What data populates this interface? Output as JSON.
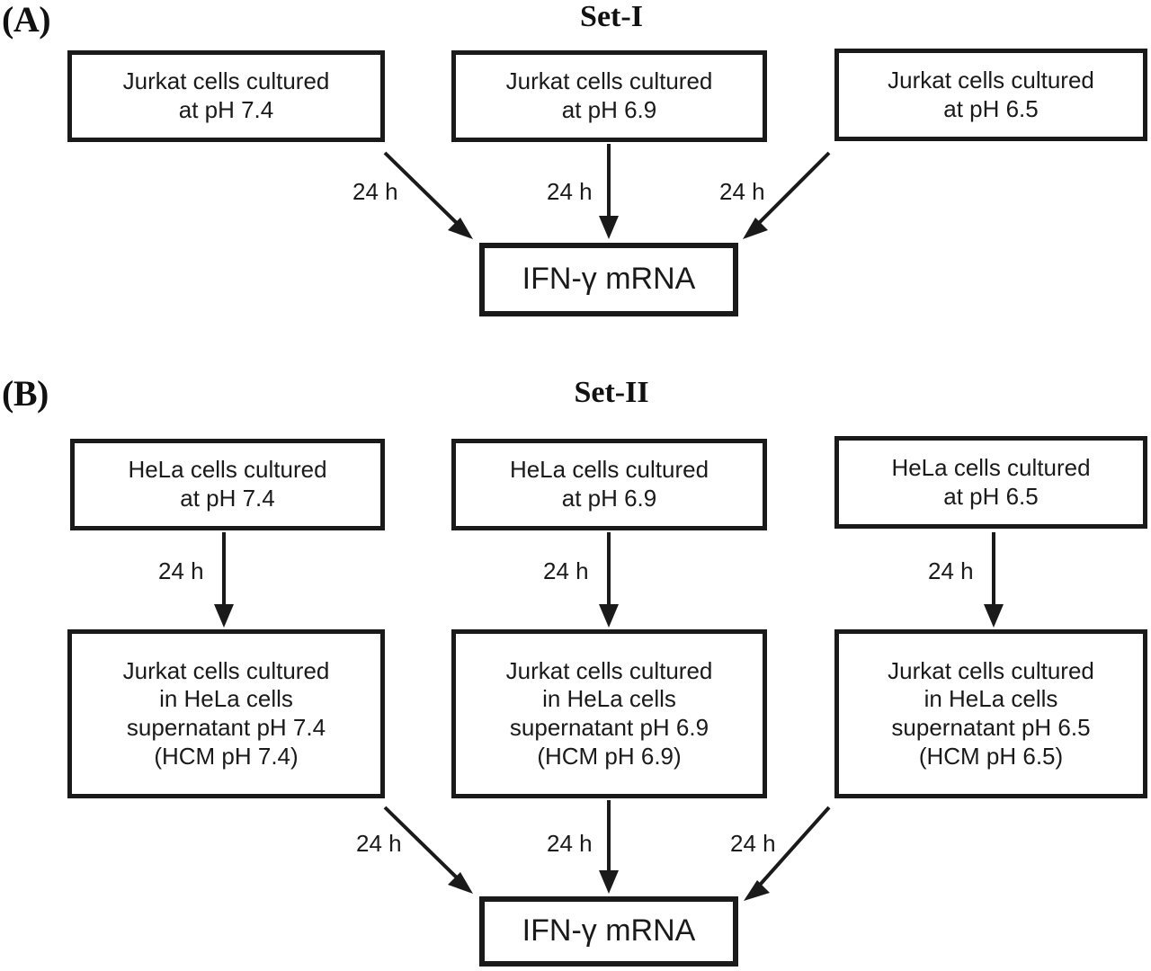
{
  "figure": {
    "panels": [
      {
        "id": "A",
        "label": "(A)",
        "title": "Set-I",
        "source_row": [
          {
            "text": "Jurkat cells cultured\nat pH 7.4"
          },
          {
            "text": "Jurkat cells cultured\nat pH 6.9"
          },
          {
            "text": "Jurkat  cells cultured\nat pH 6.5"
          }
        ],
        "edge_labels": [
          "24 h",
          "24 h",
          "24 h"
        ],
        "outcome": {
          "text": "IFN-γ mRNA"
        }
      },
      {
        "id": "B",
        "label": "(B)",
        "title": "Set-II",
        "source_row": [
          {
            "text": "HeLa  cells cultured\nat pH 7.4"
          },
          {
            "text": "HeLa cells cultured\nat pH 6.9"
          },
          {
            "text": "HeLa cells cultured\nat  pH 6.5"
          }
        ],
        "first_edge_labels": [
          "24 h",
          "24 h",
          "24 h"
        ],
        "middle_row": [
          {
            "text": "Jurkat  cells cultured\nin HeLa cells\nsupernatant pH 7.4\n(HCM pH 7.4)"
          },
          {
            "text": "Jurkat cells cultured\nin HeLa cells\nsupernatant pH 6.9\n(HCM pH 6.9)"
          },
          {
            "text": "Jurkat cells cultured\nin HeLa cells\nsupernatant pH 6.5\n(HCM pH 6.5)"
          }
        ],
        "second_edge_labels": [
          "24 h",
          "24 h",
          "24 h"
        ],
        "outcome": {
          "text": "IFN-γ mRNA"
        }
      }
    ]
  },
  "style": {
    "ink": "#1a1a1a",
    "paper": "#ffffff"
  }
}
